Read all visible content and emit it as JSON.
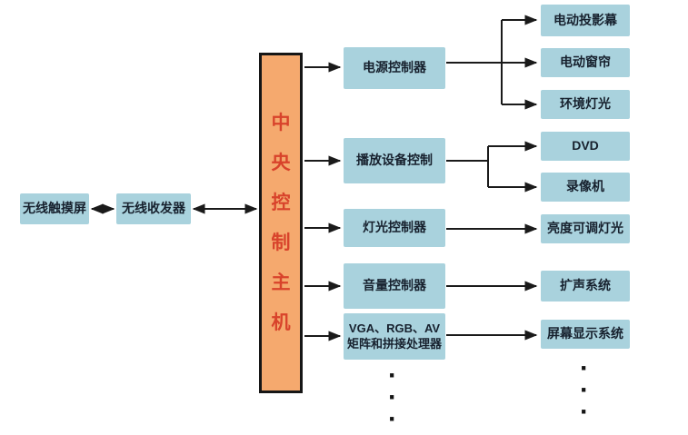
{
  "nodes": {
    "touchscreen": {
      "label": "无线触摸屏"
    },
    "transceiver": {
      "label": "无线收发器"
    },
    "central": {
      "label": "中央控制主机",
      "chars": [
        "中",
        "央",
        "控",
        "制",
        "主",
        "机"
      ]
    },
    "controllers": [
      {
        "id": "power-controller",
        "label": "电源控制器"
      },
      {
        "id": "playback-device-control",
        "label": "播放设备控制"
      },
      {
        "id": "light-controller",
        "label": "灯光控制器"
      },
      {
        "id": "volume-controller",
        "label": "音量控制器"
      },
      {
        "id": "av-matrix-processor",
        "label": "VGA、RGB、AV矩阵和拼接处理器"
      }
    ],
    "devices": [
      {
        "id": "motor-projection-screen",
        "label": "电动投影幕"
      },
      {
        "id": "motor-curtain",
        "label": "电动窗帘"
      },
      {
        "id": "ambient-light",
        "label": "环境灯光"
      },
      {
        "id": "dvd",
        "label": "DVD"
      },
      {
        "id": "video-recorder",
        "label": "录像机"
      },
      {
        "id": "dimmable-light",
        "label": "亮度可调灯光"
      },
      {
        "id": "pa-system",
        "label": "扩声系统"
      },
      {
        "id": "screen-display-system",
        "label": "屏幕显示系统"
      }
    ]
  },
  "connections": [
    {
      "from": "无线触摸屏",
      "to": "无线收发器",
      "type": "bidirectional"
    },
    {
      "from": "无线收发器",
      "to": "中央控制主机",
      "type": "bidirectional"
    },
    {
      "from": "中央控制主机",
      "to": "电源控制器",
      "type": "arrow"
    },
    {
      "from": "中央控制主机",
      "to": "播放设备控制",
      "type": "arrow"
    },
    {
      "from": "中央控制主机",
      "to": "灯光控制器",
      "type": "arrow"
    },
    {
      "from": "中央控制主机",
      "to": "音量控制器",
      "type": "arrow"
    },
    {
      "from": "中央控制主机",
      "to": "VGA、RGB、AV矩阵和拼接处理器",
      "type": "arrow"
    },
    {
      "from": "电源控制器",
      "to": "电动投影幕",
      "type": "arrow"
    },
    {
      "from": "电源控制器",
      "to": "电动窗帘",
      "type": "arrow"
    },
    {
      "from": "电源控制器",
      "to": "环境灯光",
      "type": "arrow"
    },
    {
      "from": "播放设备控制",
      "to": "DVD",
      "type": "arrow"
    },
    {
      "from": "播放设备控制",
      "to": "录像机",
      "type": "arrow"
    },
    {
      "from": "灯光控制器",
      "to": "亮度可调灯光",
      "type": "arrow"
    },
    {
      "from": "音量控制器",
      "to": "扩声系统",
      "type": "arrow"
    },
    {
      "from": "VGA、RGB、AV矩阵和拼接处理器",
      "to": "屏幕显示系统",
      "type": "arrow"
    }
  ],
  "ellipsis": {
    "symbol": "·",
    "left_count": 3,
    "right_count": 3
  },
  "colors": {
    "background": "#ffffff",
    "node_blue": "#a9d2dd",
    "node_text": "#17212e",
    "central_orange": "#f5a96e",
    "central_border": "#161616",
    "central_text_red": "#d8432b",
    "line_black": "#1a1a1a"
  }
}
